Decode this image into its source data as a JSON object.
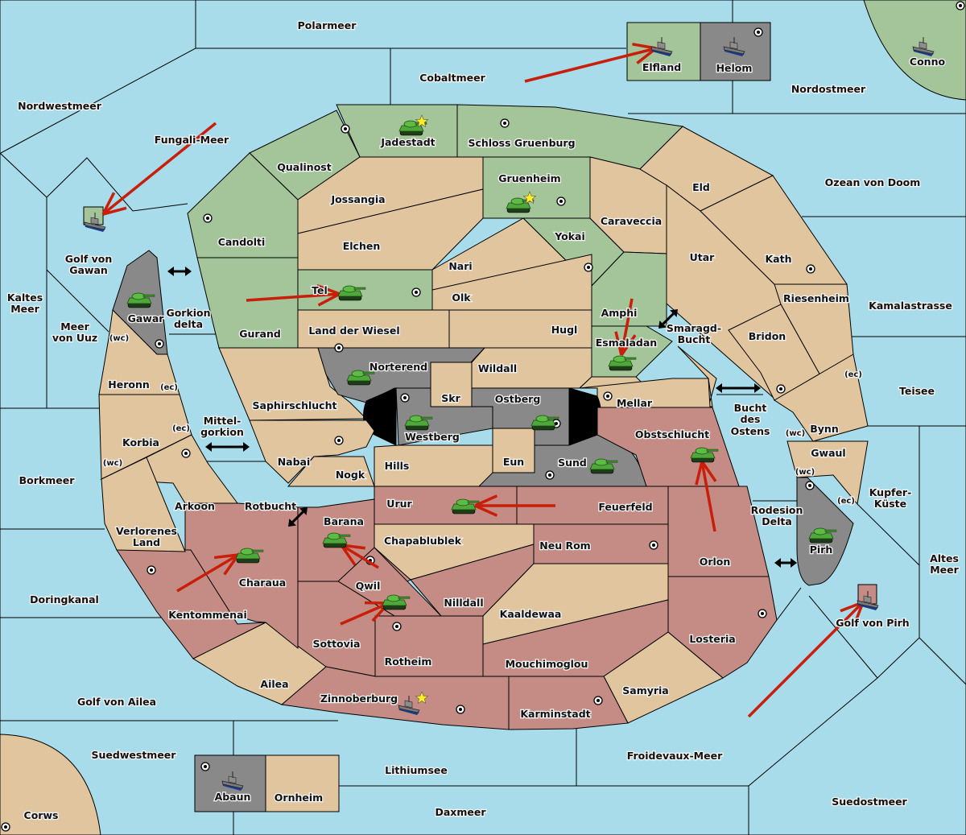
{
  "game": "Diplomacy-style map",
  "colors": {
    "sea": "#a8dcea",
    "neutral": "#e0c59e",
    "green_power": "#a4c499",
    "red_power": "#c48c85",
    "grey_power": "#898989",
    "order_arrow": "#c81e0a",
    "star": "#ffee22"
  },
  "labels": {
    "polarmeer": "Polarmeer",
    "cobaltmeer": "Cobaltmeer",
    "nordwestmeer": "Nordwestmeer",
    "fungali": "Fungali-Meer",
    "nordostmeer": "Nordostmeer",
    "ozean": "Ozean von Doom",
    "kamalastrasse": "Kamalastrasse",
    "teisee": "Teisee",
    "kupfer1": "Kupfer-",
    "kupfer2": "Küste",
    "altes1": "Altes",
    "altes2": "Meer",
    "golfpirh": "Golf von Pirh",
    "suedostmeer": "Suedostmeer",
    "froidevaux": "Froidevaux-Meer",
    "daxmeer": "Daxmeer",
    "lithiumsee": "Lithiumsee",
    "suedwestmeer": "Suedwestmeer",
    "golfailea": "Golf von Ailea",
    "doringkanal": "Doringkanal",
    "borkmeer": "Borkmeer",
    "kaltes1": "Kaltes",
    "kaltes2": "Meer",
    "uuz1": "Meer",
    "uuz2": "von Uuz",
    "gawan1": "Golf von",
    "gawan2": "Gawan",
    "gorkion1": "Gorkion",
    "gorkion2": "delta",
    "mittel1": "Mittel-",
    "mittel2": "gorkion",
    "rotbucht": "Rotbucht",
    "smaragd1": "Smaragd-",
    "smaragd2": "Bucht",
    "bucht1": "Bucht",
    "bucht2": "des",
    "bucht3": "Ostens",
    "rodesion1": "Rodesion",
    "rodesion2": "Delta",
    "elfland": "Elfland",
    "helom": "Helom",
    "conno": "Conno",
    "jadestadt": "Jadestadt",
    "schloss": "Schloss Gruenburg",
    "qualinost": "Qualinost",
    "candolti": "Candolti",
    "gurand": "Gurand",
    "jossangia": "Jossangia",
    "elchen": "Elchen",
    "gruenheim": "Gruenheim",
    "yokai": "Yokai",
    "caraveccia": "Caraveccia",
    "eld": "Eld",
    "utar": "Utar",
    "kath": "Kath",
    "riesenheim": "Riesenheim",
    "bridon": "Bridon",
    "amphi": "Amphi",
    "esmaladan": "Esmaladan",
    "nari": "Nari",
    "olk": "Olk",
    "tel": "Tel",
    "landwiesel": "Land der Wiesel",
    "hugl": "Hugl",
    "norterend": "Norterend",
    "wildall": "Wildall",
    "skr": "Skr",
    "ostberg": "Ostberg",
    "westberg": "Westberg",
    "mellar": "Mellar",
    "saphir": "Saphirschlucht",
    "nabai": "Nabai",
    "nogk": "Nogk",
    "hills": "Hills",
    "eun": "Eun",
    "sund": "Sund",
    "obstschlucht": "Obstschlucht",
    "urur": "Urur",
    "feuerfeld": "Feuerfeld",
    "chapablublek": "Chapablublek",
    "neurom": "Neu Rom",
    "orlon": "Orlon",
    "barana": "Barana",
    "qwil": "Qwil",
    "nilldall": "Nilldall",
    "kaaldewaa": "Kaaldewaa",
    "losteria": "Losteria",
    "charaua": "Charaua",
    "kentommenai": "Kentommenai",
    "sottovia": "Sottovia",
    "rotheim": "Rotheim",
    "mouchimoglou": "Mouchimoglou",
    "samyria": "Samyria",
    "ailea": "Ailea",
    "zinnoberburg": "Zinnoberburg",
    "karminstadt": "Karminstadt",
    "gawar": "Gawar",
    "heronn": "Heronn",
    "korbia": "Korbia",
    "arkoon": "Arkoon",
    "verlorenes1": "Verlorenes",
    "verlorenes2": "Land",
    "bynn": "Bynn",
    "gwaul": "Gwaul",
    "pirh": "Pirh",
    "abaun": "Abaun",
    "ornheim": "Ornheim",
    "corws": "Corws"
  },
  "coast_tags": {
    "wc": "(wc)",
    "ec": "(ec)"
  },
  "units": [
    {
      "type": "fleet",
      "territory": "Fungali-Meer (Golf von Gawan)",
      "owner": "green"
    },
    {
      "type": "fleet",
      "territory": "Elfland",
      "owner": "green"
    },
    {
      "type": "fleet",
      "territory": "Helom",
      "owner": "grey"
    },
    {
      "type": "fleet",
      "territory": "Conno",
      "owner": "green"
    },
    {
      "type": "army",
      "territory": "Jadestadt",
      "owner": "green",
      "star": true
    },
    {
      "type": "army",
      "territory": "Gruenheim",
      "owner": "green",
      "star": true
    },
    {
      "type": "army",
      "territory": "Tel",
      "owner": "green"
    },
    {
      "type": "army",
      "territory": "Esmaladan",
      "owner": "green"
    },
    {
      "type": "army",
      "territory": "Gawar",
      "owner": "green"
    },
    {
      "type": "army",
      "territory": "Norterend",
      "owner": "green"
    },
    {
      "type": "army",
      "territory": "Westberg",
      "owner": "green"
    },
    {
      "type": "army",
      "territory": "Ostberg",
      "owner": "green"
    },
    {
      "type": "army",
      "territory": "Sund",
      "owner": "green"
    },
    {
      "type": "army",
      "territory": "Obstschlucht",
      "owner": "green"
    },
    {
      "type": "army",
      "territory": "Urur",
      "owner": "green"
    },
    {
      "type": "army",
      "territory": "Pirh",
      "owner": "green"
    },
    {
      "type": "army",
      "territory": "Charaua",
      "owner": "green"
    },
    {
      "type": "army",
      "territory": "Barana",
      "owner": "green"
    },
    {
      "type": "army",
      "territory": "Qwil",
      "owner": "green"
    },
    {
      "type": "fleet",
      "territory": "Zinnoberburg",
      "owner": "grey",
      "star": true
    },
    {
      "type": "fleet",
      "territory": "Golf von Pirh",
      "owner": "red"
    },
    {
      "type": "fleet",
      "territory": "Abaun",
      "owner": "grey"
    }
  ]
}
